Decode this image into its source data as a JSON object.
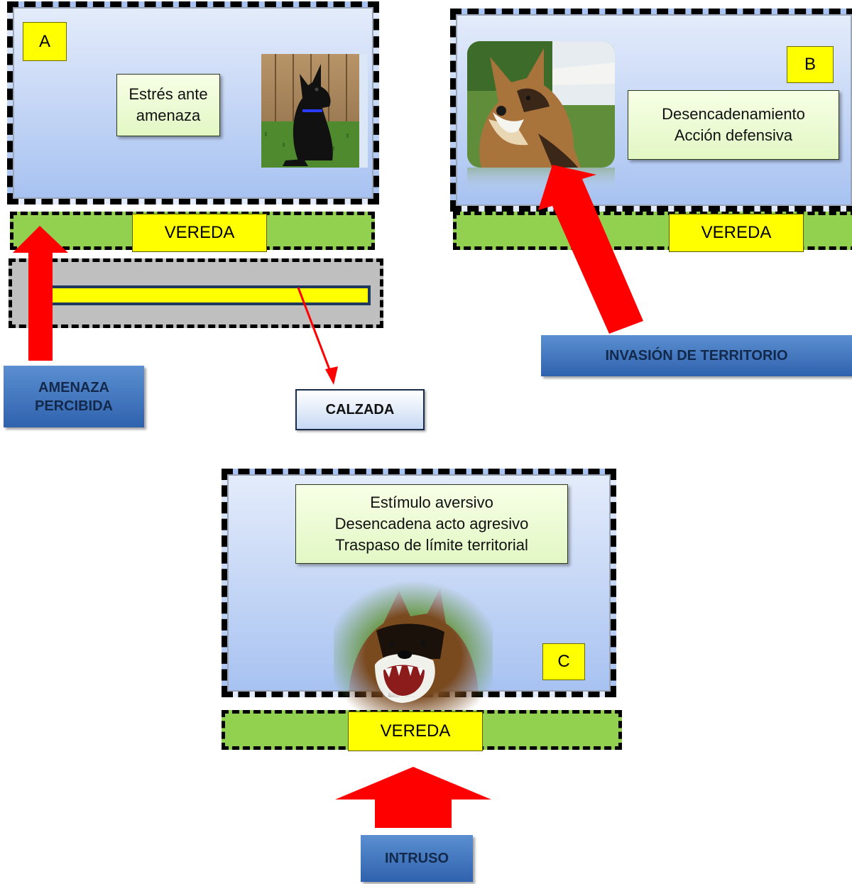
{
  "panels": {
    "a": {
      "letter": "A",
      "note_lines": [
        "Estrés ante",
        "amenaza"
      ],
      "walk_label": "VEREDA"
    },
    "b": {
      "letter": "B",
      "note_lines": [
        "Desencadenamiento",
        "Acción defensiva"
      ],
      "walk_label": "VEREDA"
    },
    "c": {
      "letter": "C",
      "note_lines": [
        "Estímulo aversivo",
        "Desencadena acto agresivo",
        "Traspaso de límite territorial"
      ],
      "walk_label": "VEREDA"
    }
  },
  "labels": {
    "amenaza": [
      "AMENAZA",
      "PERCIBIDA"
    ],
    "calzada": "CALZADA",
    "invasion": "INVASIÓN DE TERRITORIO",
    "intruso": "INTRUSO"
  },
  "colors": {
    "arrow": "#ff0000",
    "sidewalk": "#92d050",
    "label_yellow": "#ffff00",
    "road": "#bfbfbf"
  },
  "icons": {
    "dog_a": "black-dog-sitting-photo",
    "dog_b": "german-shepherd-snarling-photo",
    "dog_c": "german-shepherd-attacking-photo"
  }
}
